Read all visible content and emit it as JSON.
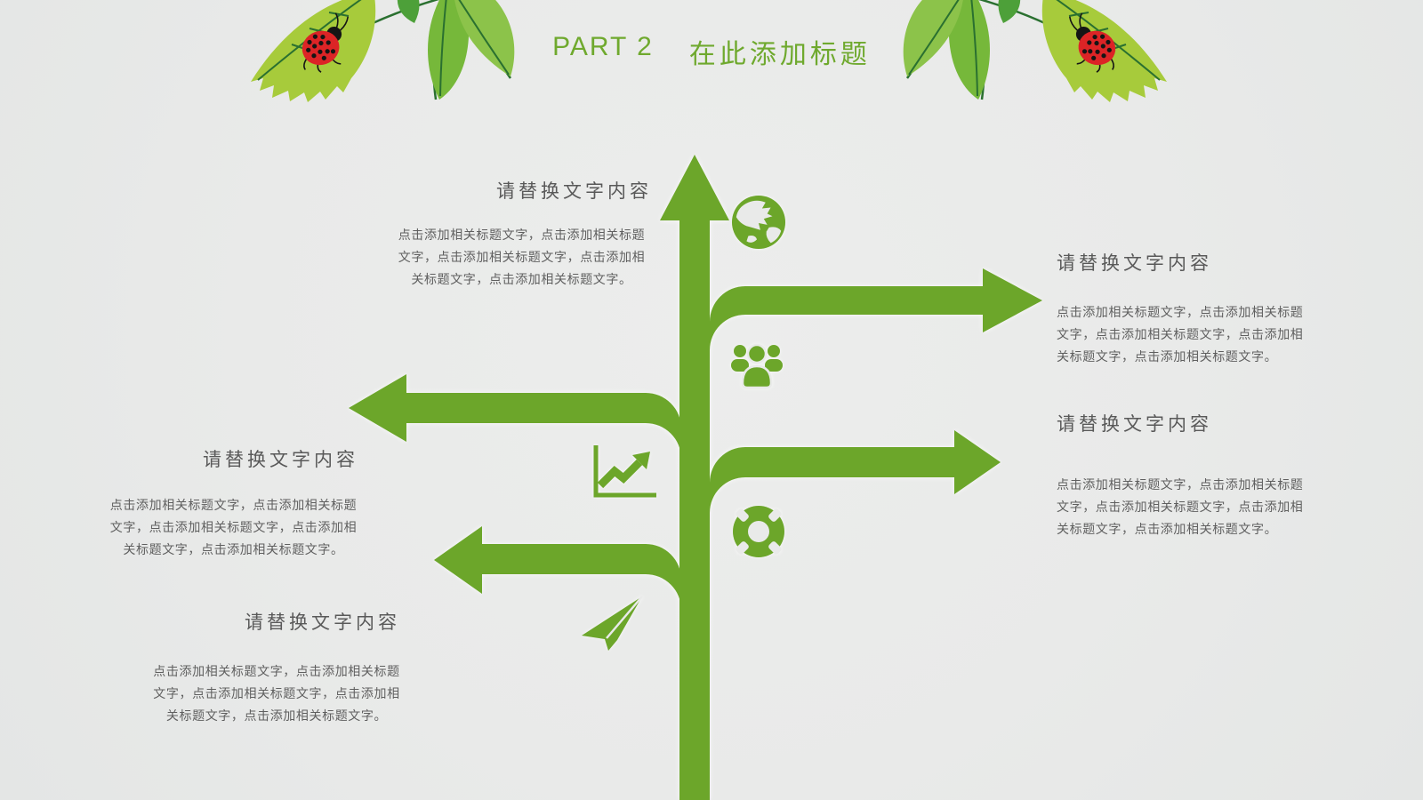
{
  "title": {
    "part": "PART 2",
    "heading": "在此添加标题"
  },
  "blocks": {
    "top": {
      "heading": "请替换文字内容",
      "body": "点击添加相关标题文字，点击添加相关标题\n文字，点击添加相关标题文字，点击添加相\n关标题文字，点击添加相关标题文字。"
    },
    "right_upper": {
      "heading": "请替换文字内容",
      "body": "点击添加相关标题文字，点击添加相关标题\n文字，点击添加相关标题文字，点击添加相\n关标题文字，点击添加相关标题文字。"
    },
    "right_lower": {
      "heading": "请替换文字内容",
      "body": "点击添加相关标题文字，点击添加相关标题\n文字，点击添加相关标题文字，点击添加相\n关标题文字，点击添加相关标题文字。"
    },
    "left_middle": {
      "heading": "请替换文字内容",
      "body": "点击添加相关标题文字，点击添加相关标题\n文字，点击添加相关标题文字，点击添加相\n关标题文字，点击添加相关标题文字。"
    },
    "left_bottom": {
      "heading": "请替换文字内容",
      "body": "点击添加相关标题文字，点击添加相关标题\n文字，点击添加相关标题文字，点击添加相\n关标题文字，点击添加相关标题文字。"
    }
  },
  "icons": [
    "globe-icon",
    "team-icon",
    "growth-chart-icon",
    "lifebuoy-icon",
    "paper-plane-icon"
  ],
  "colors": {
    "accent_green": "#6ca62a",
    "title_green": "#6fa92e",
    "leaf_light": "#a7cb3b",
    "leaf_mid": "#76b83a",
    "leaf_dark": "#4da039",
    "ladybug_red": "#dc2426",
    "heading_gray": "#595959",
    "body_gray": "#5f5f5f",
    "background": "#e9eae9"
  }
}
